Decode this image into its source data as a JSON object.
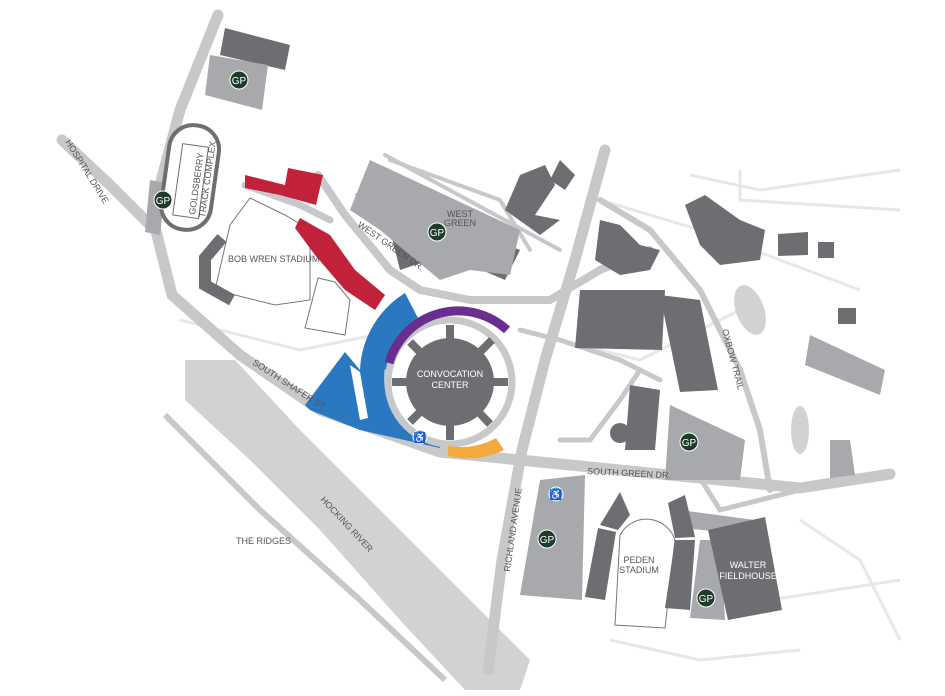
{
  "colors": {
    "building_dark": "#6d6e71",
    "building_light": "#a7a9ac",
    "road": "#c7c8ca",
    "parking_red": "#c1223a",
    "parking_blue": "#2a78c0",
    "parking_purple": "#6a2e91",
    "parking_orange": "#f5a83b",
    "gp_badge": "#1f3b2b",
    "accessible": "#3aa0dc"
  },
  "labels": {
    "hospital_drive": "HOSPITAL DRIVE",
    "goldsberry_1": "GOLDSBERRY",
    "goldsberry_2": "TRACK COMPLEX",
    "bob_wren": "BOB WREN STADIUM",
    "west_green_1": "WEST",
    "west_green_2": "GREEN",
    "west_green_dr": "WEST GREEN DR.",
    "convocation_1": "CONVOCATION",
    "convocation_2": "CENTER",
    "south_shafer": "SOUTH SHAFER ST.",
    "south_green_dr": "SOUTH GREEN DR.",
    "richland": "RICHLAND AVENUE",
    "oxbow": "OXBOW TRAIL",
    "hocking": "HOCKING RIVER",
    "ridges": "THE RIDGES",
    "peden_1": "PEDEN",
    "peden_2": "STADIUM",
    "walter_1": "WALTER",
    "walter_2": "FIELDHOUSE"
  },
  "gp_label": "GP",
  "icons": {
    "general_parking": "gp-badge",
    "accessible_parking": "wheelchair-icon"
  }
}
